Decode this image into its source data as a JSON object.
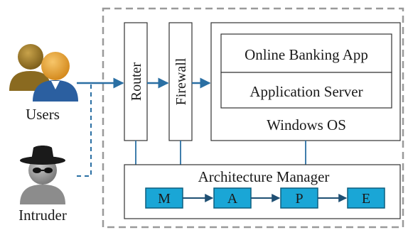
{
  "actors": {
    "users_label": "Users",
    "intruder_label": "Intruder"
  },
  "components": {
    "router": "Router",
    "firewall": "Firewall",
    "online_banking_app": "Online Banking App",
    "application_server": "Application Server",
    "windows_os": "Windows OS",
    "architecture_manager": "Architecture Manager"
  },
  "mape_loop": [
    "M",
    "A",
    "P",
    "E"
  ],
  "colors": {
    "flow_arrow": "#2a6fa3",
    "mape_fill": "#1aa6d6",
    "mape_stroke": "#0d5f7e",
    "boundary": "#9a9a9a",
    "user_back_fill": "#9a7a2c",
    "user_front_fill": "#e09a32",
    "user_shirt": "#2b5fa0",
    "intruder_fill": "#8c8c8c",
    "intruder_hat": "#1a1a1a"
  },
  "icons": {
    "users": "users-icon",
    "intruder": "intruder-spy-icon"
  }
}
